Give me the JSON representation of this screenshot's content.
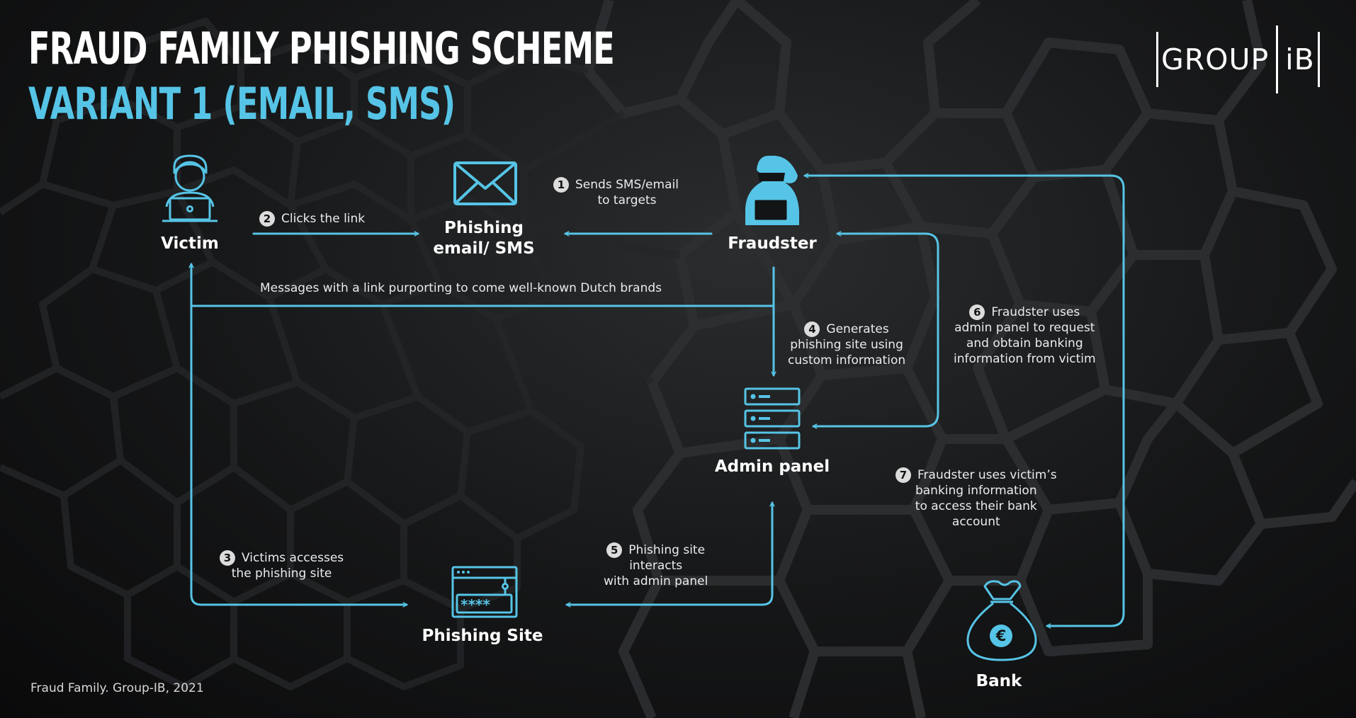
{
  "title": "FRAUD FAMILY PHISHING SCHEME",
  "subtitle": "VARIANT 1 (EMAIL, SMS)",
  "logo": {
    "left": "GROUP",
    "right": "iB"
  },
  "colors": {
    "accent": "#56c4e6",
    "text": "#ffffff",
    "background": "#141516"
  },
  "nodes": {
    "victim": {
      "label": "Victim",
      "icon": "person-laptop-icon"
    },
    "phishing_email": {
      "label_lines": [
        "Phishing",
        "email/ SMS"
      ],
      "icon": "envelope-icon"
    },
    "fraudster": {
      "label": "Fraudster",
      "icon": "hooded-hacker-icon"
    },
    "admin_panel": {
      "label": "Admin panel",
      "icon": "server-stack-icon"
    },
    "phishing_site": {
      "label": "Phishing Site",
      "icon": "password-browser-icon"
    },
    "bank": {
      "label": "Bank",
      "icon": "euro-money-bag-icon"
    }
  },
  "steps": [
    {
      "num": "1",
      "lines": [
        "Sends SMS/email",
        "to targets"
      ]
    },
    {
      "num": "2",
      "lines": [
        "Clicks the link"
      ]
    },
    {
      "num": "3",
      "lines": [
        "Victims  accesses",
        "the phishing site"
      ]
    },
    {
      "num": "4",
      "lines": [
        "Generates",
        "phishing site using",
        "custom information"
      ]
    },
    {
      "num": "5",
      "lines": [
        "Phishing site",
        "interacts",
        "with admin panel"
      ]
    },
    {
      "num": "6",
      "lines": [
        "Fraudster uses",
        "admin panel to request",
        "and obtain banking",
        "information from victim"
      ]
    },
    {
      "num": "7",
      "lines": [
        "Fraudster uses victim’s",
        "banking information",
        "to access their bank",
        "account"
      ]
    }
  ],
  "messages_note": "Messages with a link purporting to come well-known Dutch brands",
  "footer": "Fraud Family. Group-IB, 2021"
}
